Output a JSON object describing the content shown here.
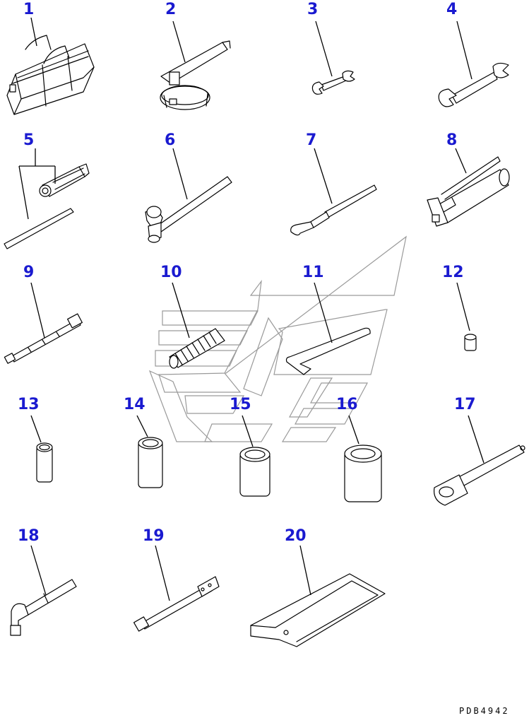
{
  "diagram": {
    "parts": [
      {
        "id": "part-1",
        "number": "1"
      },
      {
        "id": "part-2",
        "number": "2"
      },
      {
        "id": "part-3",
        "number": "3"
      },
      {
        "id": "part-4",
        "number": "4"
      },
      {
        "id": "part-5",
        "number": "5"
      },
      {
        "id": "part-6",
        "number": "6"
      },
      {
        "id": "part-7",
        "number": "7"
      },
      {
        "id": "part-8",
        "number": "8"
      },
      {
        "id": "part-9",
        "number": "9"
      },
      {
        "id": "part-10",
        "number": "10"
      },
      {
        "id": "part-11",
        "number": "11"
      },
      {
        "id": "part-12",
        "number": "12"
      },
      {
        "id": "part-13",
        "number": "13"
      },
      {
        "id": "part-14",
        "number": "14"
      },
      {
        "id": "part-15",
        "number": "15"
      },
      {
        "id": "part-16",
        "number": "16"
      },
      {
        "id": "part-17",
        "number": "17"
      },
      {
        "id": "part-18",
        "number": "18"
      },
      {
        "id": "part-19",
        "number": "19"
      },
      {
        "id": "part-20",
        "number": "20"
      }
    ],
    "drawing_code": "PDB4942",
    "colors": {
      "callout": "#1a1ad0",
      "line": "#000000",
      "watermark": "#9a9a9a"
    }
  }
}
